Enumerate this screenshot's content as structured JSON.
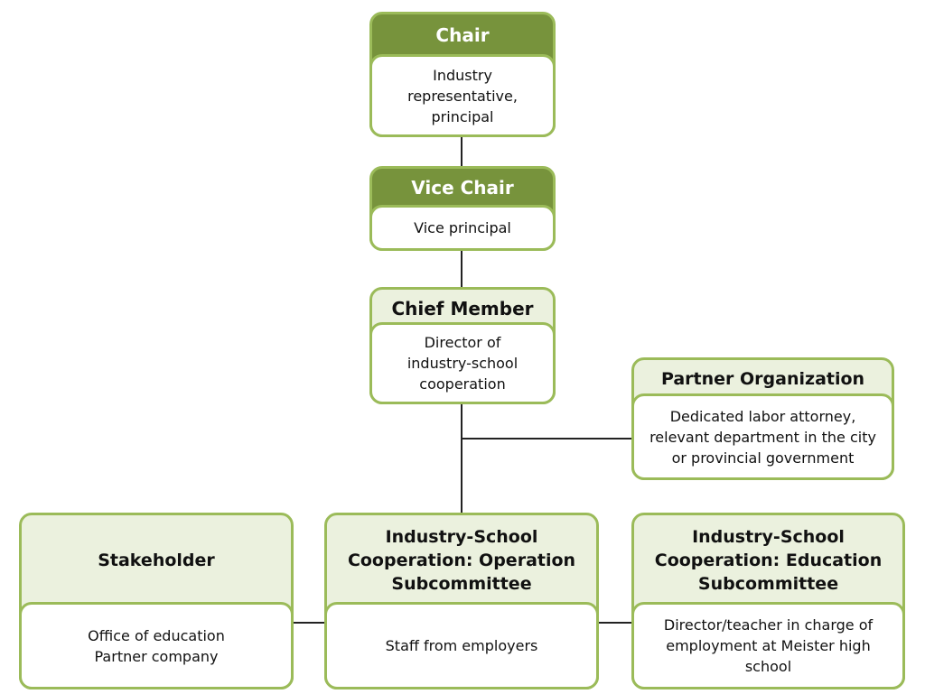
{
  "chair": {
    "title": "Chair",
    "body": "Industry representative, principal"
  },
  "vice_chair": {
    "title": "Vice Chair",
    "body": "Vice principal"
  },
  "chief_member": {
    "title": "Chief Member",
    "body": "Director of industry-school cooperation"
  },
  "partner_org": {
    "title": "Partner Organization",
    "body": "Dedicated labor attorney, relevant department in the city or provincial government"
  },
  "stakeholder": {
    "title": "Stakeholder",
    "body": "Office of education\nPartner company"
  },
  "operation": {
    "title": "Industry-School Cooperation: Operation Subcommittee",
    "body": "Staff from employers"
  },
  "education": {
    "title": "Industry-School Cooperation: Education Subcommittee",
    "body": "Director/teacher in charge of employment at Meister high school"
  },
  "colors": {
    "dark_header": "#77933c",
    "light_header": "#ebf1de",
    "border": "#9bbb59"
  }
}
